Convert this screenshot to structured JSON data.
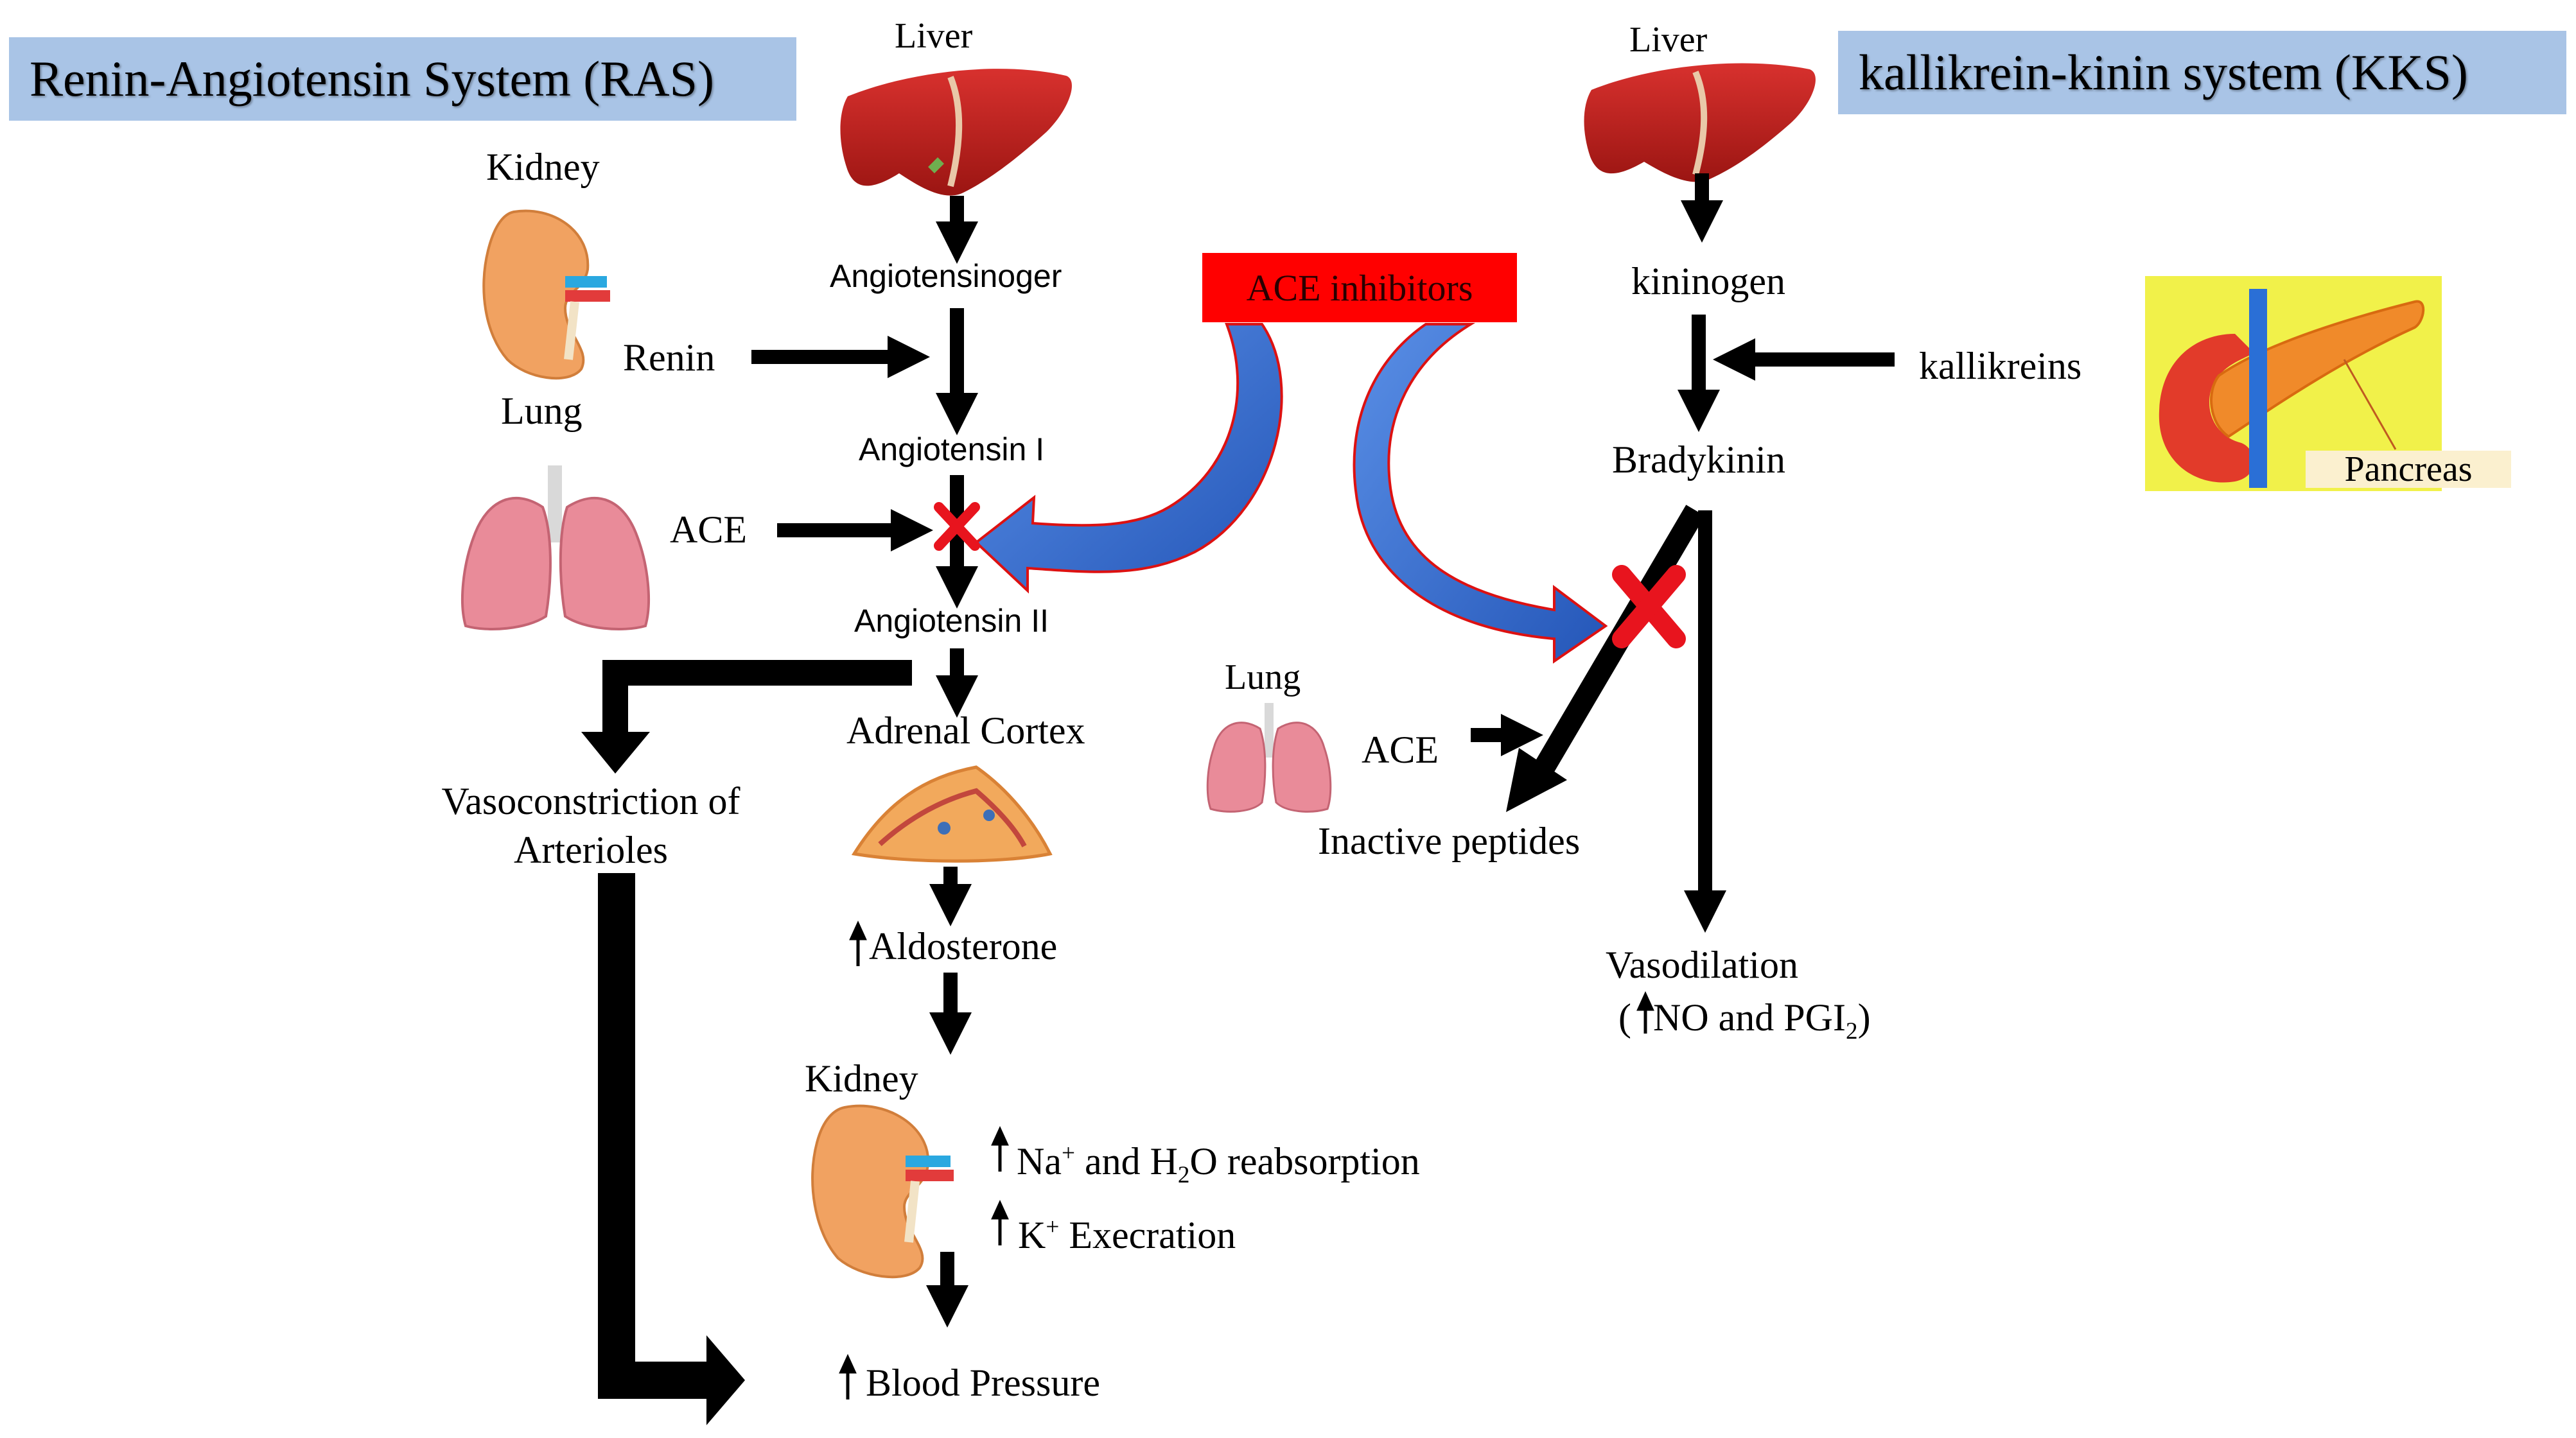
{
  "titles": {
    "ras": "Renin-Angiotensin System (RAS)",
    "kks": "kallikrein-kinin system (KKS)"
  },
  "ras": {
    "liver": "Liver",
    "kidney_top": "Kidney",
    "renin": "Renin",
    "lung": "Lung",
    "ace": "ACE",
    "angiotensinogen": "Angiotensinoger",
    "angiotensin1": "Angiotensin I",
    "angiotensin2": "Angiotensin II",
    "adrenal_cortex": "Adrenal  Cortex",
    "vasoconstriction_line1": "Vasoconstriction of",
    "vasoconstriction_line2": "Arterioles",
    "aldosterone": "Aldosterone",
    "kidney_bottom": "Kidney",
    "na_prefix": "Na",
    "na_sup": "+",
    "na_mid": " and H",
    "na_sub": "2",
    "na_suffix": "O reabsorption",
    "k_prefix": "K",
    "k_sup": "+",
    "k_suffix": " Execration",
    "blood_pressure": "Blood Pressure"
  },
  "center": {
    "ace_inhibitors": "ACE inhibitors",
    "lung": "Lung",
    "ace": "ACE",
    "inactive_peptides": "Inactive  peptides"
  },
  "kks": {
    "liver": "Liver",
    "kininogen": "kininogen",
    "kallikreins": "kallikreins",
    "bradykinin": "Bradykinin",
    "pancreas": "Pancreas",
    "vasodilation": "Vasodilation",
    "no_prefix": "(",
    "no_mid": "NO and PGI",
    "no_sub": "2",
    "no_suffix": ")"
  },
  "colors": {
    "title_bg": "#a9c4e6",
    "ace_box": "#ff0000",
    "curved_arrow": "#3a6fcf",
    "block_mark": "#e8141e",
    "arrow": "#000000"
  }
}
